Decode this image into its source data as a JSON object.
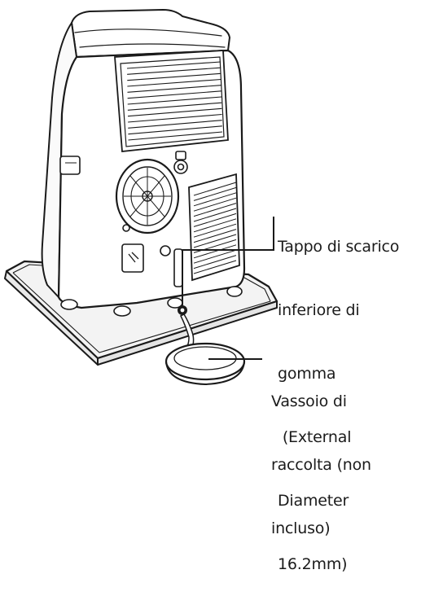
{
  "labels": {
    "drain_plug": [
      "Tappo di scarico",
      "inferiore di",
      "gomma",
      " (External",
      "Diameter",
      "16.2mm)"
    ],
    "collection_tray": [
      "Vassoio di",
      "raccolta (non",
      "incluso)"
    ]
  },
  "colors": {
    "line": "#1a1a1a",
    "unit_fill": "#ffffff",
    "base_fill": "#f3f3f3",
    "label_text": "#1b1b1b"
  }
}
